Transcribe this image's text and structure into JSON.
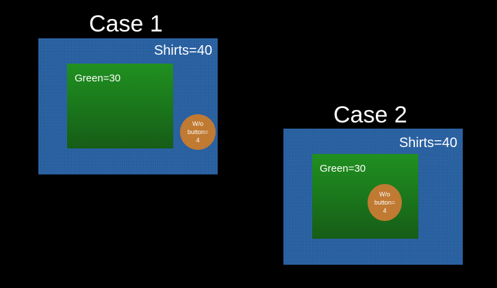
{
  "cases": [
    {
      "title": "Case 1",
      "outer_label": "Shirts=40",
      "inner_label": "Green=30",
      "button_label": "W/o\nbutton=\n4"
    },
    {
      "title": "Case 2",
      "outer_label": "Shirts=40",
      "inner_label": "Green=30",
      "button_label": "W/o\nbutton=\n4"
    }
  ],
  "colors": {
    "background": "#000000",
    "shirts_region": "#275fa0",
    "green_region": "#1b7a1c",
    "button_region": "#c07a32"
  }
}
